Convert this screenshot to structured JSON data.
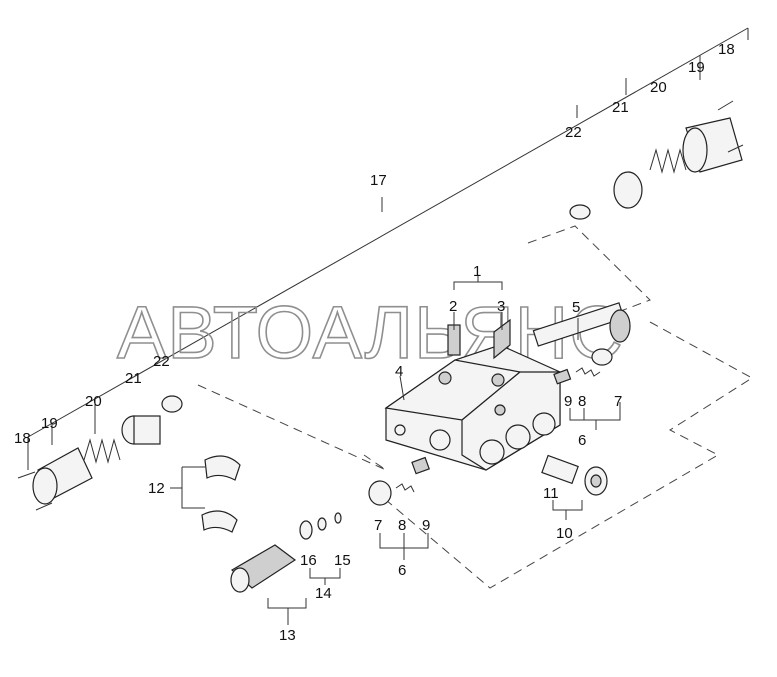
{
  "watermark": "АВТОАЛЬЯНС",
  "callouts": {
    "c1": "1",
    "c2": "2",
    "c3": "3",
    "c4": "4",
    "c5": "5",
    "c6a": "6",
    "c6b": "6",
    "c7a": "7",
    "c7b": "7",
    "c8a": "8",
    "c8b": "8",
    "c9a": "9",
    "c9b": "9",
    "c10": "10",
    "c11": "11",
    "c12": "12",
    "c13": "13",
    "c14": "14",
    "c15": "15",
    "c16": "16",
    "c17": "17",
    "c18a": "18",
    "c18b": "18",
    "c19a": "19",
    "c19b": "19",
    "c20a": "20",
    "c20b": "20",
    "c21a": "21",
    "c21b": "21",
    "c22a": "22",
    "c22b": "22"
  }
}
